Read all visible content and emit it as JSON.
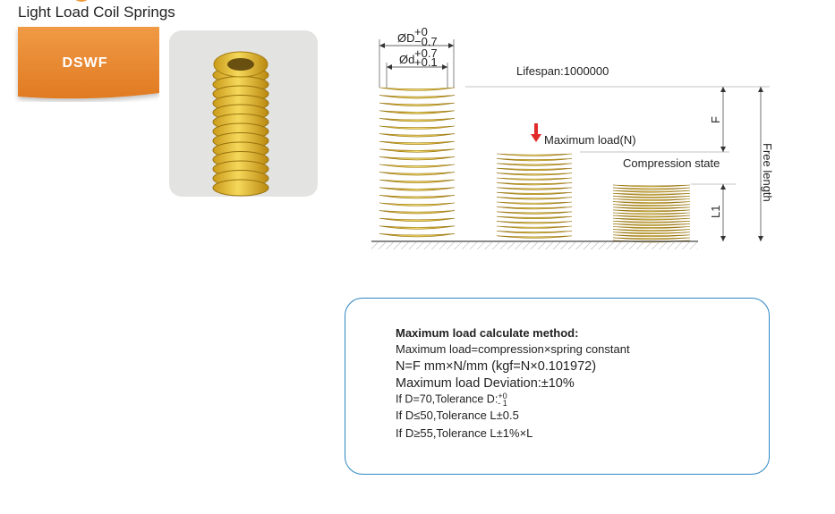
{
  "header": {
    "title": "Light Load Coil Springs"
  },
  "product": {
    "code": "DSWF"
  },
  "diagram": {
    "outer_dia": "ØD",
    "outer_tol_upper": "+0",
    "outer_tol_lower": "−0.7",
    "inner_dia": "Ød",
    "inner_tol_upper": "+0.7",
    "inner_tol_lower": "+0.1",
    "lifespan": "Lifespan:1000000",
    "max_load": "Maximum load(N)",
    "compression_state": "Compression state",
    "label_F": "F",
    "label_L1": "L1",
    "free_length": "Free length"
  },
  "formula": {
    "heading": "Maximum load calculate method:",
    "line1": "Maximum load=compression×spring constant",
    "line2": "N=F mm×N/mm (kgf=N×0.101972)",
    "line3": "Maximum load Deviation:±10%",
    "line4_prefix": "If D=70,Tolerance D:",
    "line4_tol_upper": "+0",
    "line4_tol_lower": "- 1",
    "line5": "If D≤50,Tolerance L±0.5",
    "line6": "If D≥55,Tolerance  L±1%×L"
  },
  "colors": {
    "accent_orange": "#e98a35",
    "spring_gold": "#e8c44a",
    "box_border": "#2d86c3",
    "arrow_red": "#e02b2b"
  }
}
